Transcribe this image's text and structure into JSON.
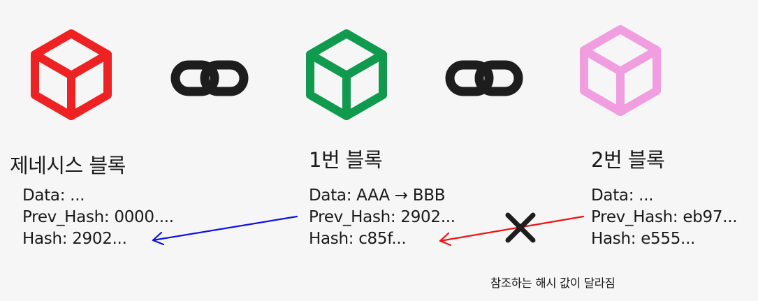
{
  "blocks": [
    {
      "title": "제네시스 블록",
      "color": "#ee2222",
      "data": "Data: ...",
      "prev_hash": "Prev_Hash: 0000....",
      "hash": "Hash: 2902..."
    },
    {
      "title": "1번 블록",
      "color": "#0f9a4e",
      "data": "Data: AAA → BBB",
      "prev_hash": "Prev_Hash: 2902...",
      "hash": "Hash: c85f..."
    },
    {
      "title": "2번 블록",
      "color": "#f09ee0",
      "data": "Data: ...",
      "prev_hash": "Prev_Hash: eb97...",
      "hash": "Hash: e555..."
    }
  ],
  "icons": {
    "cube": "cube-icon",
    "chain": "chain-link-icon",
    "broken": "x-mark-icon"
  },
  "colors": {
    "link_icon": "#1d1d1d",
    "valid_arrow": "#1010dd",
    "broken_arrow": "#ee1111"
  },
  "note": "참조하는 해시 값이 달라짐"
}
